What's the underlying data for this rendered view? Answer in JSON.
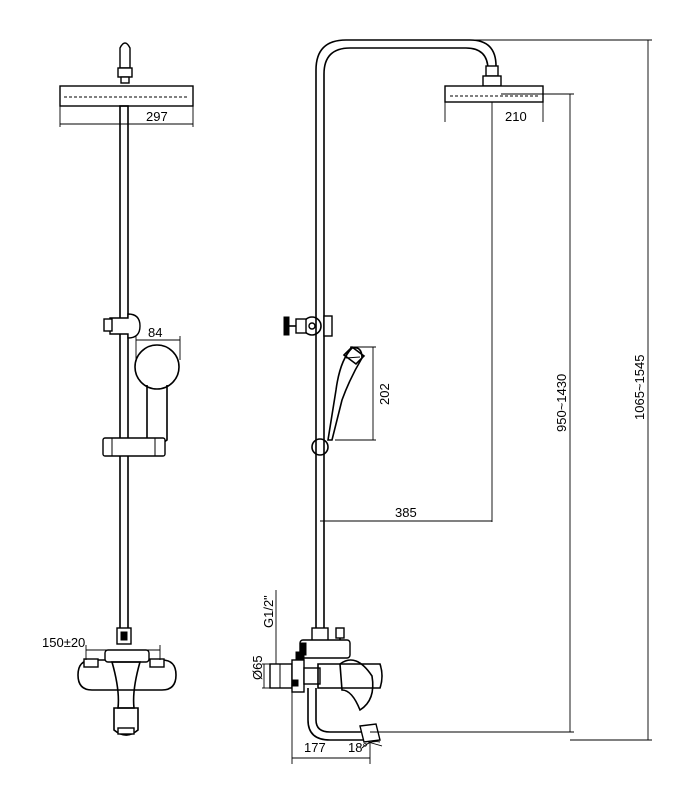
{
  "dimensions": {
    "front_head_width": "297",
    "hand_shower_width": "84",
    "inlet_spacing": "150±20",
    "side_head_width": "210",
    "hand_shower_length": "202",
    "arm_reach": "385",
    "head_height_range": "950~1430",
    "total_height_range": "1065~1545",
    "wall_to_spout": "177",
    "spout_angle": "18°",
    "inlet_diameter": "Ø65",
    "inlet_thread": "G1/2\""
  }
}
